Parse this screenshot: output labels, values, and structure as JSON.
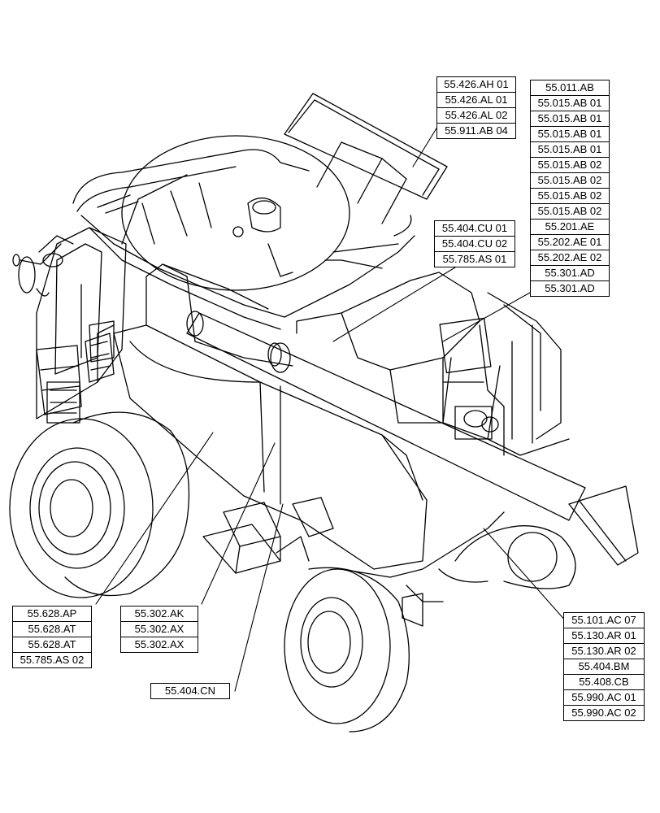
{
  "callouts": {
    "top_center": [
      "55.426.AH 01",
      "55.426.AL 01",
      "55.426.AL 02",
      "55.911.AB 04"
    ],
    "top_right": [
      "55.011.AB",
      "55.015.AB 01",
      "55.015.AB 01",
      "55.015.AB 01",
      "55.015.AB 01",
      "55.015.AB 02",
      "55.015.AB 02",
      "55.015.AB 02",
      "55.015.AB 02",
      "55.201.AE",
      "55.202.AE 01",
      "55.202.AE 02",
      "55.301.AD",
      "55.301.AD"
    ],
    "middle": [
      "55.404.CU 01",
      "55.404.CU 02",
      "55.785.AS 01"
    ],
    "bottom_left": [
      "55.628.AP",
      "55.628.AT",
      "55.628.AT",
      "55.785.AS 02"
    ],
    "bottom_mid": [
      "55.302.AK",
      "55.302.AX",
      "55.302.AX"
    ],
    "bottom_single": [
      "55.404.CN"
    ],
    "bottom_right": [
      "55.101.AC 07",
      "55.130.AR 01",
      "55.130.AR 02",
      "55.404.BM",
      "55.408.CB",
      "55.990.AC 01",
      "55.990.AC 02"
    ]
  }
}
